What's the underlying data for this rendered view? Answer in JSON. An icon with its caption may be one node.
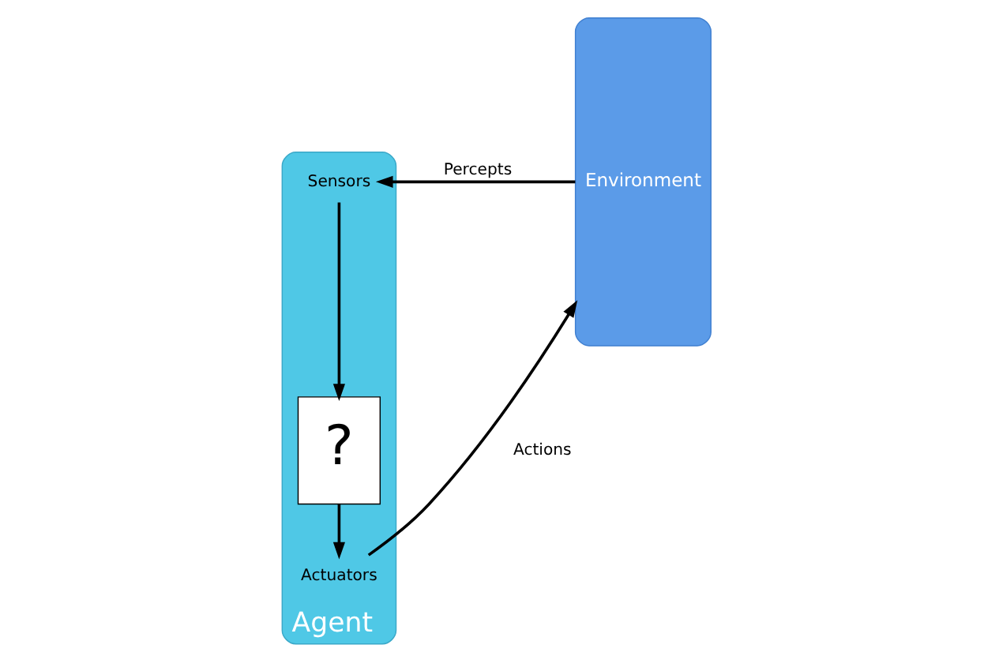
{
  "diagram": {
    "nodes": [
      {
        "text": [
          "Agent"
        ]
      },
      {
        "text": [
          "Sensors"
        ],
        "in": 0
      },
      {
        "text": [
          "?"
        ],
        "in": 0
      },
      {
        "text": [
          "Actuators"
        ],
        "in": 0
      },
      {
        "text": [
          "Environment"
        ]
      }
    ],
    "edges": [
      {
        "from": 4,
        "to": 1,
        "arrow": "to",
        "label": "Percepts"
      },
      {
        "from": 1,
        "to": 2,
        "arrow": "to"
      },
      {
        "from": 2,
        "to": 3,
        "arrow": "to"
      },
      {
        "from": 3,
        "to": 4,
        "arrow": "to",
        "label": "Actions"
      }
    ]
  }
}
